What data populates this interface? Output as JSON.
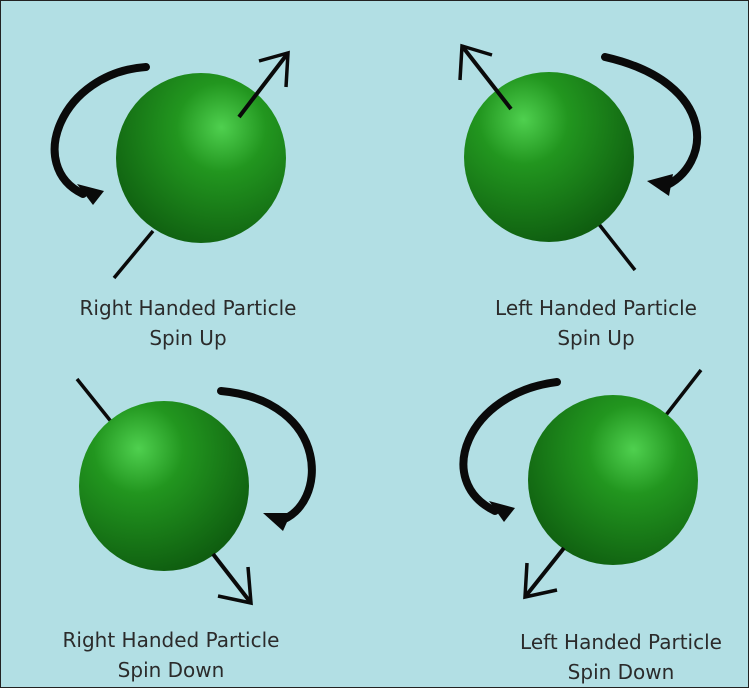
{
  "colors": {
    "background": "#b2dfe4",
    "sphere_base": "#1b7a1b",
    "sphere_highlight": "#4fd04f",
    "arrow": "#0a0a0a",
    "text": "#2b2b2b"
  },
  "panels": [
    {
      "line1": "Right Handed Particle",
      "line2": "Spin Up"
    },
    {
      "line1": "Left Handed Particle",
      "line2": "Spin Up"
    },
    {
      "line1": "Right Handed Particle",
      "line2": "Spin Down"
    },
    {
      "line1": "Left Handed Particle",
      "line2": "Spin Down"
    }
  ]
}
